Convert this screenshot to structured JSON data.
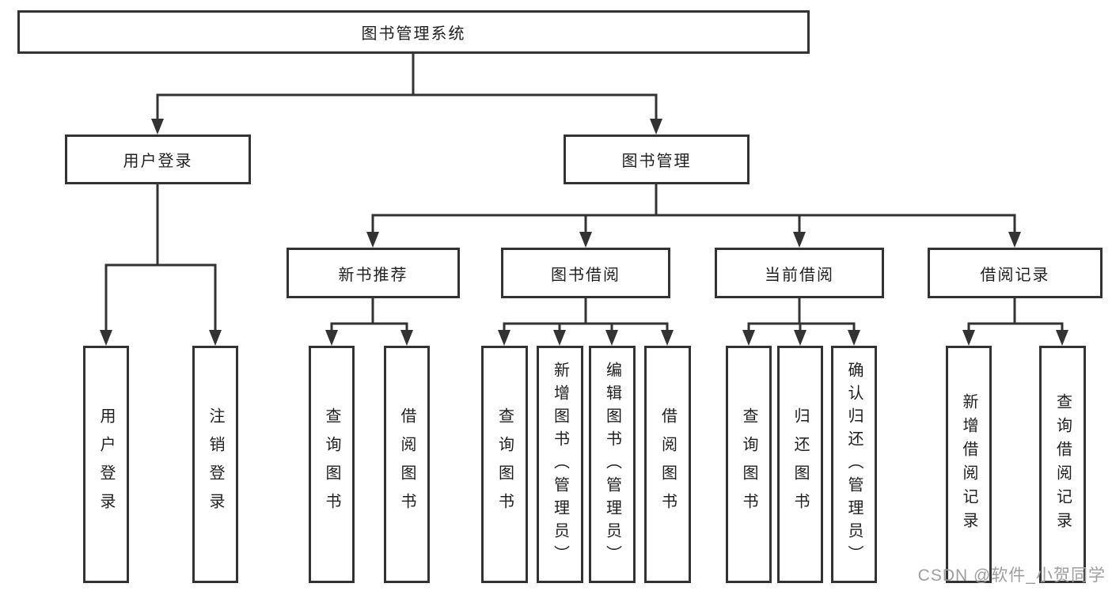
{
  "tree": {
    "root": "图书管理系统",
    "l2": [
      {
        "label": "用户登录",
        "leaves": [
          "用户登录",
          "注销登录"
        ]
      },
      {
        "label": "图书管理",
        "groups": [
          {
            "label": "新书推荐",
            "leaves": [
              "查询图书",
              "借阅图书"
            ]
          },
          {
            "label": "图书借阅",
            "leaves": [
              "查询图书",
              "新增图书（管理员）",
              "编辑图书（管理员）",
              "借阅图书"
            ]
          },
          {
            "label": "当前借阅",
            "leaves": [
              "查询图书",
              "归还图书",
              "确认归还（管理员）"
            ]
          },
          {
            "label": "借阅记录",
            "leaves": [
              "新增借阅记录",
              "查询借阅记录"
            ]
          }
        ]
      }
    ]
  },
  "watermark": {
    "text": "CSDN @软件_小贺同学"
  },
  "colors": {
    "line": "#333333",
    "text": "#1f1f1f",
    "watermark": "#9e9e9e",
    "background": "#ffffff"
  }
}
